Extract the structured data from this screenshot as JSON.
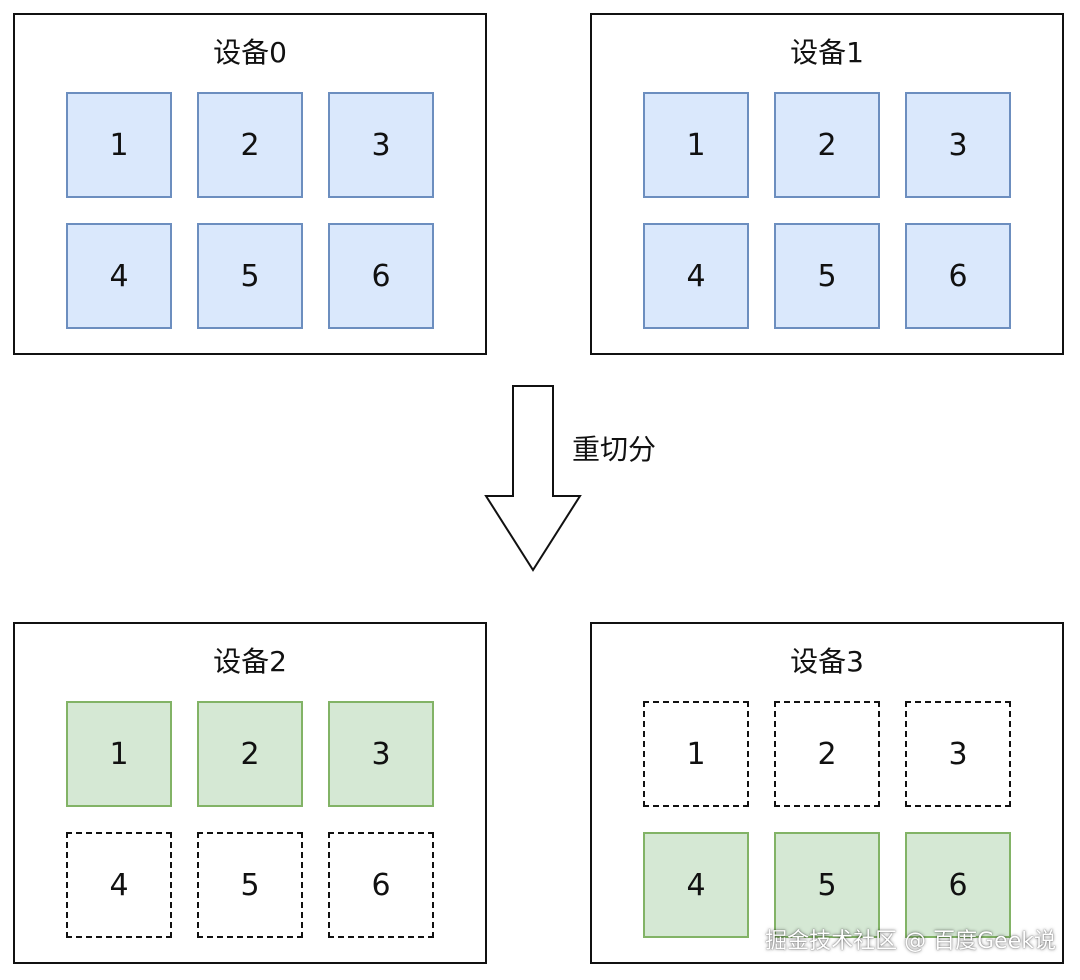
{
  "devices": [
    {
      "title": "设备0",
      "cells": [
        {
          "label": "1",
          "state": "blue"
        },
        {
          "label": "2",
          "state": "blue"
        },
        {
          "label": "3",
          "state": "blue"
        },
        {
          "label": "4",
          "state": "blue"
        },
        {
          "label": "5",
          "state": "blue"
        },
        {
          "label": "6",
          "state": "blue"
        }
      ]
    },
    {
      "title": "设备1",
      "cells": [
        {
          "label": "1",
          "state": "blue"
        },
        {
          "label": "2",
          "state": "blue"
        },
        {
          "label": "3",
          "state": "blue"
        },
        {
          "label": "4",
          "state": "blue"
        },
        {
          "label": "5",
          "state": "blue"
        },
        {
          "label": "6",
          "state": "blue"
        }
      ]
    },
    {
      "title": "设备2",
      "cells": [
        {
          "label": "1",
          "state": "green"
        },
        {
          "label": "2",
          "state": "green"
        },
        {
          "label": "3",
          "state": "green"
        },
        {
          "label": "4",
          "state": "empty"
        },
        {
          "label": "5",
          "state": "empty"
        },
        {
          "label": "6",
          "state": "empty"
        }
      ]
    },
    {
      "title": "设备3",
      "cells": [
        {
          "label": "1",
          "state": "empty"
        },
        {
          "label": "2",
          "state": "empty"
        },
        {
          "label": "3",
          "state": "empty"
        },
        {
          "label": "4",
          "state": "green"
        },
        {
          "label": "5",
          "state": "green"
        },
        {
          "label": "6",
          "state": "green"
        }
      ]
    }
  ],
  "arrow": {
    "label": "重切分"
  },
  "watermark": "掘金技术社区 @ 百度Geek说",
  "colors": {
    "blue_fill": "#dae8fc",
    "blue_stroke": "#6c8ebf",
    "green_fill": "#d5e8d4",
    "green_stroke": "#82b366",
    "line": "#111111"
  }
}
